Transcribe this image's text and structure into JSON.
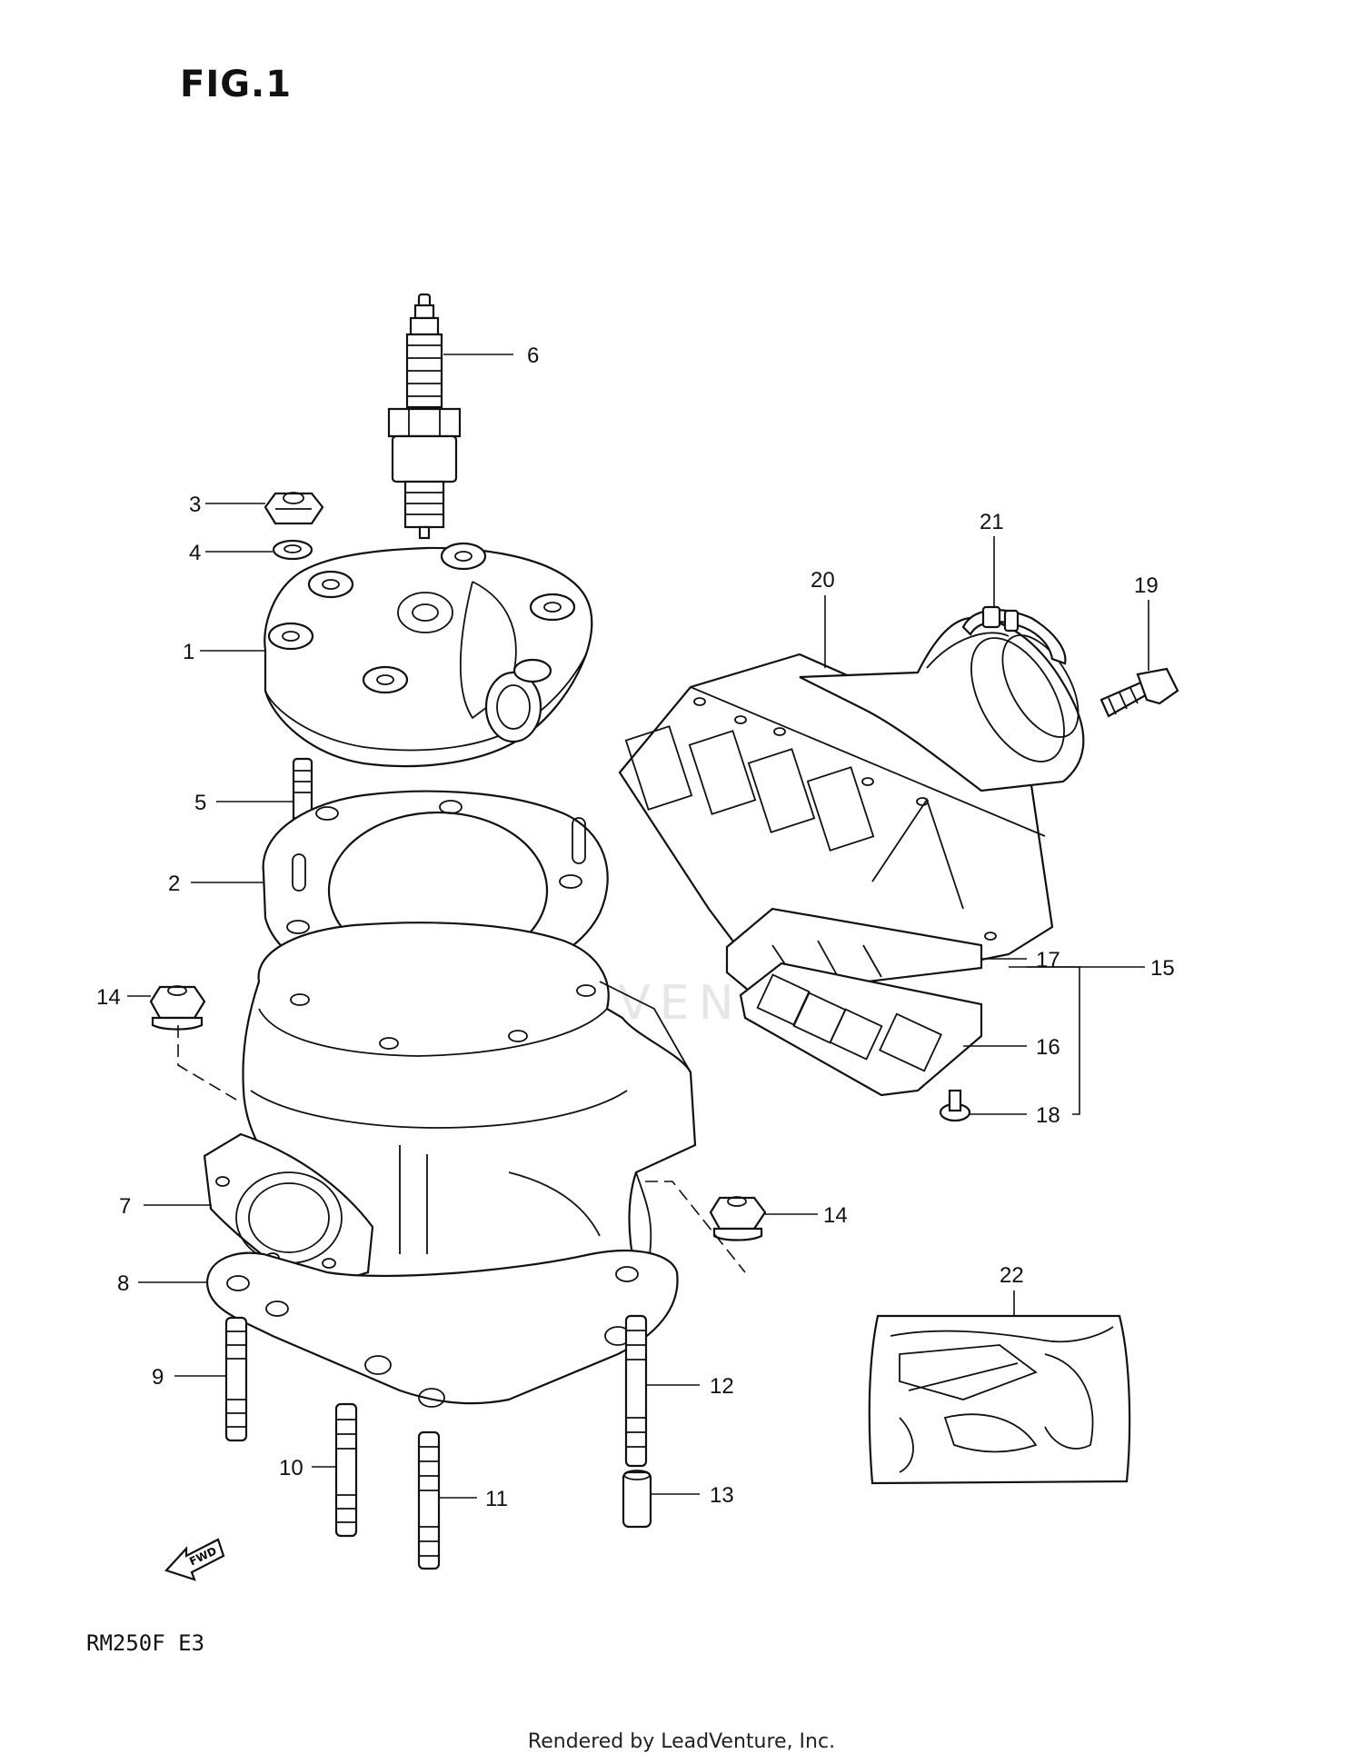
{
  "figure_title": "FIG.1",
  "model_code": "RM250F  E3",
  "footer_text": "Rendered by LeadVenture, Inc.",
  "watermark_text": "LEADVENTURE",
  "fwd_label": "FWD",
  "callouts": [
    {
      "id": "c1",
      "label": "1"
    },
    {
      "id": "c2",
      "label": "2"
    },
    {
      "id": "c3",
      "label": "3"
    },
    {
      "id": "c4",
      "label": "4"
    },
    {
      "id": "c5",
      "label": "5"
    },
    {
      "id": "c6",
      "label": "6"
    },
    {
      "id": "c7",
      "label": "7"
    },
    {
      "id": "c8",
      "label": "8"
    },
    {
      "id": "c9",
      "label": "9"
    },
    {
      "id": "c10",
      "label": "10"
    },
    {
      "id": "c11",
      "label": "11"
    },
    {
      "id": "c12",
      "label": "12"
    },
    {
      "id": "c13",
      "label": "13"
    },
    {
      "id": "c14a",
      "label": "14"
    },
    {
      "id": "c14b",
      "label": "14"
    },
    {
      "id": "c15",
      "label": "15"
    },
    {
      "id": "c16",
      "label": "16"
    },
    {
      "id": "c17",
      "label": "17"
    },
    {
      "id": "c18",
      "label": "18"
    },
    {
      "id": "c19",
      "label": "19"
    },
    {
      "id": "c20",
      "label": "20"
    },
    {
      "id": "c21",
      "label": "21"
    },
    {
      "id": "c22",
      "label": "22"
    }
  ]
}
